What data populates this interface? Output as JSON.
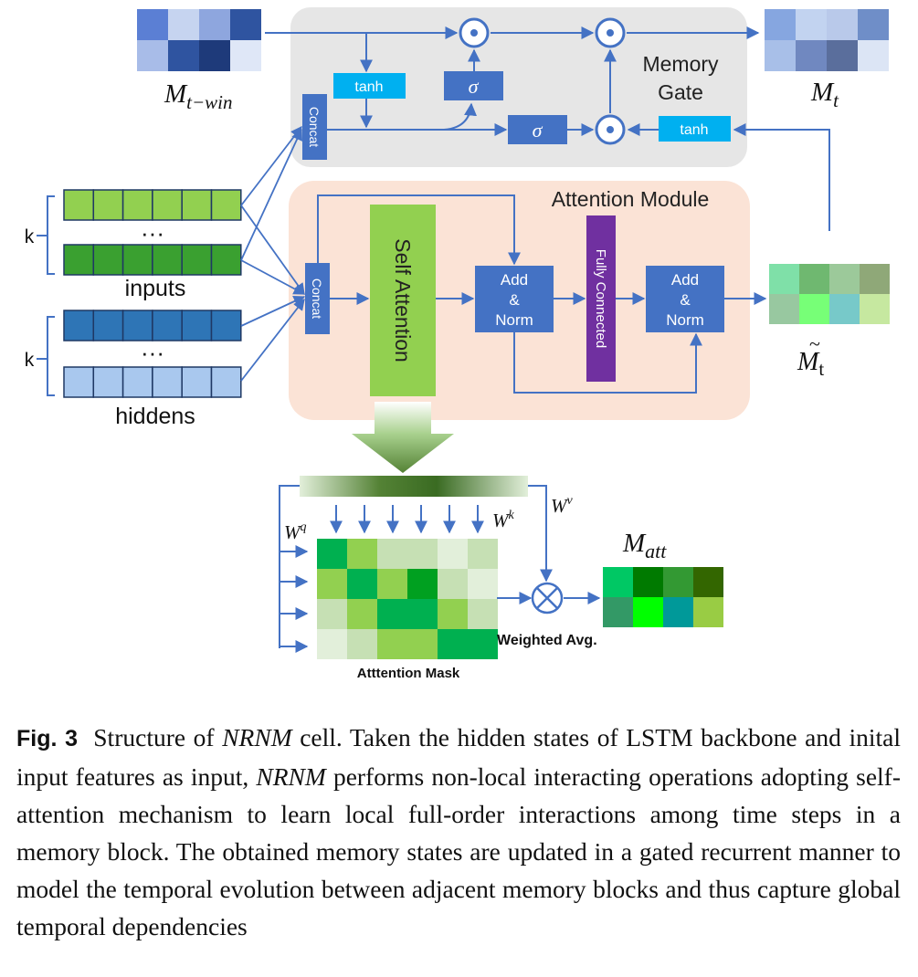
{
  "labels": {
    "memory_gate": "Memory Gate",
    "attention_module": "Attention Module",
    "concat": "Concat",
    "tanh": "tanh",
    "sigma": "σ",
    "self_attention": "Self Attention",
    "add_norm": [
      "Add",
      "&",
      "Norm"
    ],
    "fully_connected": "Fully Connected",
    "k": "k",
    "inputs": "inputs",
    "hiddens": "hiddens",
    "dots": "···",
    "m_t_win_base": "M",
    "m_t_win_sub": "t−win",
    "m_t_base": "M",
    "m_t_sub": "t",
    "m_tilde_base": "M",
    "m_tilde_sub": "t",
    "m_att_base": "M",
    "m_att_sub": "att",
    "wq_base": "W",
    "wq_sup": "q",
    "wk_base": "W",
    "wk_sup": "k",
    "wv_base": "W",
    "wv_sup": "v",
    "weighted_avg": "Weighted Avg.",
    "attention_mask": "Atttention Mask"
  },
  "colors": {
    "gate_bg": "#e6e6e6",
    "attn_bg": "#fbe3d6",
    "block_blue": "#4472c4",
    "tanh_cyan": "#00b0f0",
    "self_attn_green": "#92d050",
    "fc_purple": "#7030a0",
    "arrow": "#4472c4"
  },
  "matrices": {
    "m_t_win": [
      [
        "#5b7fd4",
        "#c6d4f0",
        "#8ea6de",
        "#2f54a0"
      ],
      [
        "#a8bce8",
        "#2f54a0",
        "#1e3a7a",
        "#dfe7f7"
      ]
    ],
    "m_t": [
      [
        "#86a6e0",
        "#c2d3f0",
        "#b9c9ea",
        "#6f8ec8"
      ],
      [
        "#a8bfe8",
        "#7088c0",
        "#5a6e9c",
        "#dce5f5"
      ]
    ],
    "m_tilde": [
      [
        "#7fe0a8",
        "#6fb870",
        "#9cc99a",
        "#8fa878"
      ],
      [
        "#98c8a0",
        "#77ff77",
        "#77c9c9",
        "#c6e8a0"
      ]
    ],
    "m_att": [
      [
        "#00c864",
        "#007a00",
        "#339933",
        "#336600"
      ],
      [
        "#339966",
        "#00ff00",
        "#009999",
        "#99cc44"
      ]
    ],
    "attention_mask": [
      [
        "#00b050",
        "#92d050",
        "#c6e0b4",
        "#c6e0b4",
        "#e2efda",
        "#c6e0b4"
      ],
      [
        "#92d050",
        "#00b050",
        "#92d050",
        "#00a020",
        "#c6e0b4",
        "#e2efda"
      ],
      [
        "#c6e0b4",
        "#92d050",
        "#00b050",
        "#00b050",
        "#92d050",
        "#c6e0b4"
      ],
      [
        "#e2efda",
        "#c6e0b4",
        "#92d050",
        "#92d050",
        "#00b050",
        "#00b050"
      ]
    ],
    "inputs_top": "#92d050",
    "inputs_bottom": "#3aa030",
    "hiddens_top": "#2e75b6",
    "hiddens_bottom": "#a9c8ee"
  },
  "caption": {
    "fig_label": "Fig. 3",
    "segments": [
      {
        "t": "Structure of ",
        "i": false
      },
      {
        "t": "NRNM",
        "i": true
      },
      {
        "t": " cell. Taken the hidden states of LSTM backbone and inital input features as input, ",
        "i": false
      },
      {
        "t": "NRNM",
        "i": true
      },
      {
        "t": " performs non-local interacting operations adopting self-attention mechanism to learn local full-order interactions among time steps in a memory block. The obtained memory states are updated in a gated recurrent manner to model the temporal evolution between adjacent memory blocks and thus capture global temporal dependencies",
        "i": false
      }
    ]
  }
}
